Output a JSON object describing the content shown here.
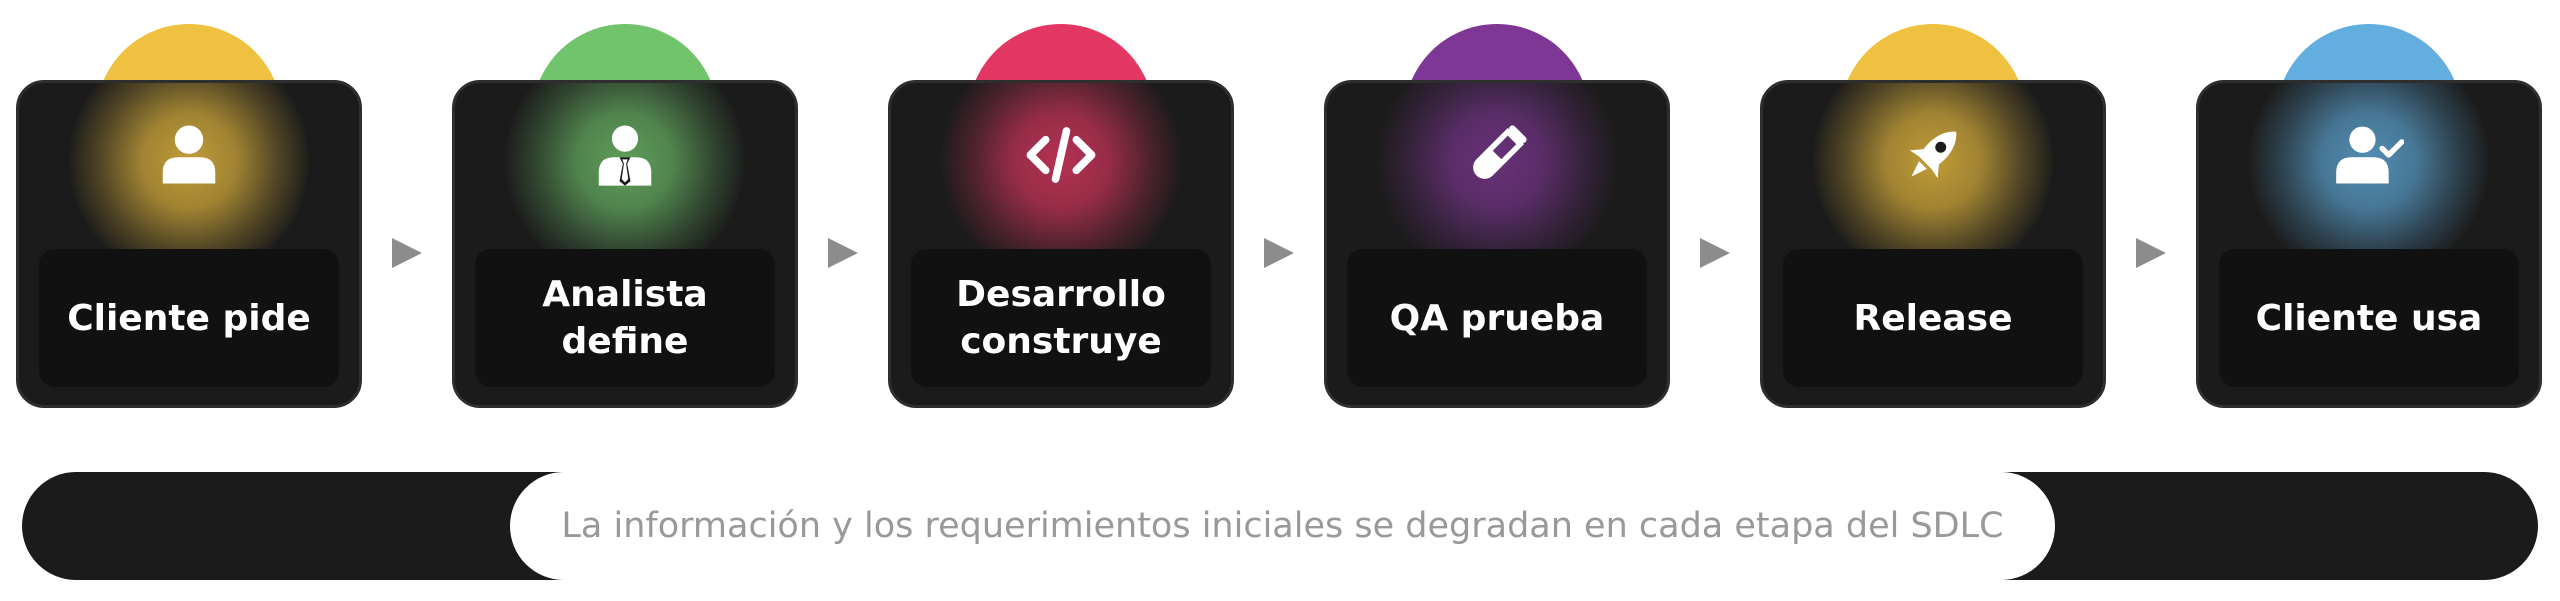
{
  "diagram": {
    "steps": [
      {
        "label": "Cliente pide",
        "icon": "user-icon",
        "color": "#f0c140"
      },
      {
        "label": "Analista define",
        "icon": "user-tie-icon",
        "color": "#71c36c"
      },
      {
        "label": "Desarrollo construye",
        "icon": "code-icon",
        "color": "#e13762"
      },
      {
        "label": "QA prueba",
        "icon": "test-tube-icon",
        "color": "#7e3794"
      },
      {
        "label": "Release",
        "icon": "rocket-icon",
        "color": "#f0c140"
      },
      {
        "label": "Cliente usa",
        "icon": "user-check-icon",
        "color": "#61aedf"
      }
    ],
    "arrow_color": "#8c8c8c",
    "banner": {
      "text": "La información y los requerimientos iniciales se degradan en cada etapa del SDLC"
    }
  }
}
